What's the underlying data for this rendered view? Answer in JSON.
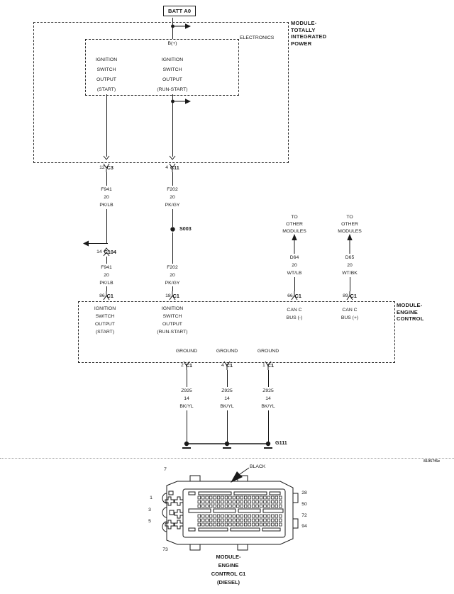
{
  "doc_id": "81957f6e",
  "batt": "BATT A0",
  "tipm": {
    "name": "MODULE-\nTOTALLY\nINTEGRATED\nPOWER",
    "electronics": "ELECTRONICS",
    "b_plus": "B(+)",
    "out_start": "IGNITION\nSWITCH\nOUTPUT\n(START)",
    "out_run": "IGNITION\nSWITCH\nOUTPUT\n(RUN-START)",
    "pin_start": {
      "pin": "12",
      "conn": "C3"
    },
    "pin_run": {
      "pin": "4",
      "conn": "C11"
    }
  },
  "wires": {
    "f941_upper": "F941\n20\nPK/LB",
    "f202_upper": "F202\n20\nPK/GY",
    "splice": "S003",
    "f202_lower": "F202\n20\nPK/GY",
    "c104": {
      "pin": "14",
      "conn": "C104"
    },
    "f941_lower": "F941\n20\nPK/LB",
    "to_other_1": "TO\nOTHER\nMODULES",
    "to_other_2": "TO\nOTHER\nMODULES",
    "d64": "D64\n20\nWT/LB",
    "d65": "D65\n20\nWT/BK",
    "z925_1": "Z925\n14\nBK/YL",
    "z925_2": "Z925\n14\nBK/YL",
    "z925_3": "Z925\n14\nBK/YL"
  },
  "ecm": {
    "name": "MODULE-\nENGINE\nCONTROL",
    "in_start": "IGNITION\nSWITCH\nOUTPUT\n(START)",
    "in_run": "IGNITION\nSWITCH\nOUTPUT\n(RUN-START)",
    "can_minus": "CAN C\nBUS (-)",
    "can_plus": "CAN C\nBUS (+)",
    "pin_start": {
      "pin": "86",
      "conn": "C1"
    },
    "pin_run": {
      "pin": "18",
      "conn": "C1"
    },
    "pin_can_minus": {
      "pin": "66",
      "conn": "C1"
    },
    "pin_can_plus": {
      "pin": "89",
      "conn": "C1"
    },
    "grounds": [
      {
        "label": "GROUND",
        "pin": "2",
        "conn": "C1"
      },
      {
        "label": "GROUND",
        "pin": "4",
        "conn": "C1"
      },
      {
        "label": "GROUND",
        "pin": "1",
        "conn": "C1"
      }
    ]
  },
  "ground_point": "G111",
  "connector": {
    "color": "BLACK",
    "caption": "MODULE-\nENGINE\nCONTROL C1\n(DIESEL)",
    "top_left": "7",
    "bottom_left": "73",
    "left": [
      "1",
      "3",
      "5"
    ],
    "right": [
      "28",
      "50",
      "72",
      "94"
    ]
  }
}
